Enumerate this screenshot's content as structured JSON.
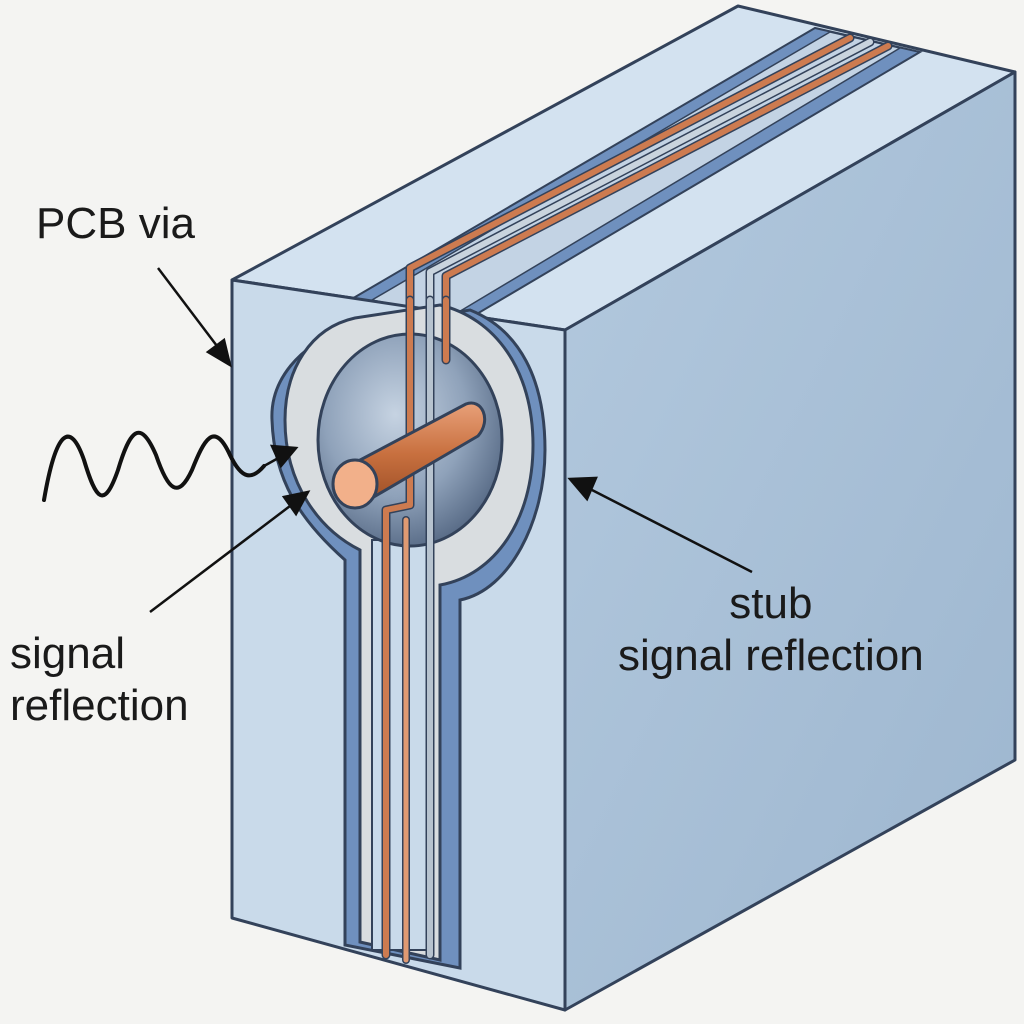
{
  "labels": {
    "pcb_via": "PCB via",
    "signal_reflection": [
      "signal",
      "reflection"
    ],
    "stub_signal_reflection": [
      "stub",
      "signal reflection"
    ]
  },
  "colors": {
    "background": "#f4f4f2",
    "board_front": "#c9daea",
    "board_top": "#d3e2f0",
    "board_side": "#a7bfd6",
    "layer_blue": "#6f90be",
    "antipad": "#d9dde0",
    "via_hole": "#8d9fb5",
    "copper": "#cd7b50",
    "copper_highlight": "#f2b08a",
    "outline": "#33425a",
    "text": "#1a1a1a"
  }
}
